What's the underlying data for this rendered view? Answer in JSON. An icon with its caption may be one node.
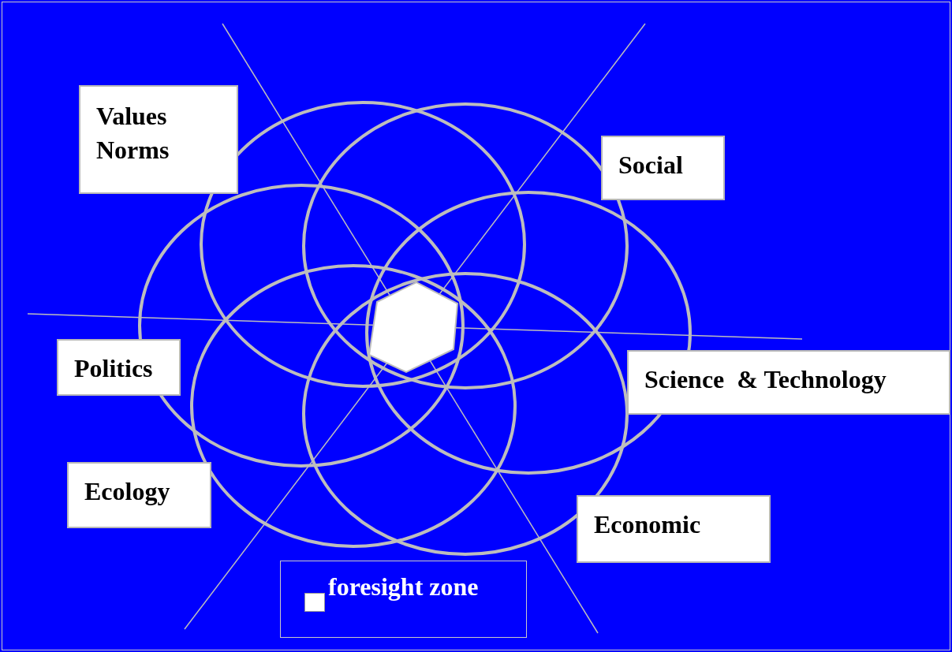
{
  "diagram": {
    "nodes": [
      {
        "text": [
          "Values Norms"
        ]
      },
      {
        "text": [
          "Social"
        ]
      },
      {
        "text": [
          "Politics"
        ]
      },
      {
        "text": [
          "Science  & Technology"
        ]
      },
      {
        "text": [
          "Ecology"
        ]
      },
      {
        "text": [
          "Economic"
        ]
      }
    ],
    "legend": [
      {
        "text": "foresight zone",
        "color": "#ffffff"
      }
    ]
  }
}
